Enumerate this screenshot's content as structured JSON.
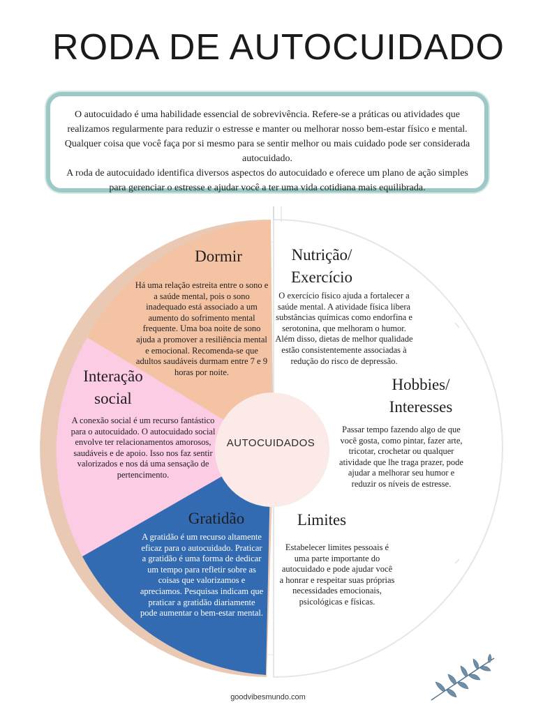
{
  "title": "RODA DE AUTOCUIDADO",
  "intro": {
    "paragraph1": "O autocuidado é uma habilidade essencial de sobrevivência. Refere-se a práticas ou atividades que realizamos regularmente para reduzir o estresse e manter ou melhorar nosso bem-estar físico e mental. Qualquer coisa que você faça por si mesmo para se sentir melhor ou mais cuidado pode ser considerada autocuidado.",
    "paragraph2": "A roda de autocuidado identifica diversos aspectos do autocuidado e oferece um plano de ação simples para gerenciar o estresse e ajudar você a ter uma vida cotidiana mais equilibrada."
  },
  "wheel": {
    "center": "AUTOCUIDADOS",
    "colors": {
      "dormir": "#f4c3a3",
      "interacao": "#fccbe4",
      "gratidao": "#336bb3",
      "right": "#ffffff",
      "edge": "#e9c9b4",
      "center": "#fbeae8",
      "divider": "#dcdcdc"
    },
    "segments": {
      "dormir": {
        "title": "Dormir",
        "text": "Há uma relação estreita entre o sono e a saúde mental, pois o sono inadequado está associado a um aumento do sofrimento mental frequente. Uma boa noite de sono ajuda a promover a resiliência mental e emocional. Recomenda-se que adultos saudáveis durmam entre 7 e 9 horas por noite."
      },
      "nutricao": {
        "title_line1": "Nutrição/",
        "title_line2": "Exercício",
        "text": "O exercício físico ajuda a fortalecer a saúde mental. A atividade física libera substâncias químicas como endorfina e serotonina, que melhoram o humor. Além disso, dietas de melhor qualidade estão consistentemente associadas à redução do risco de depressão."
      },
      "interacao": {
        "title_line1": "Interação",
        "title_line2": "social",
        "text": "A conexão social é um recurso fantástico para o autocuidado. O autocuidado social envolve ter relacionamentos amorosos, saudáveis e de apoio. Isso nos faz sentir valorizados e nos dá uma sensação de pertencimento."
      },
      "hobbies": {
        "title_line1": "Hobbies/",
        "title_line2": "Interesses",
        "text": "Passar tempo fazendo algo de que você gosta, como pintar, fazer arte, tricotar, crochetar ou qualquer atividade que lhe traga prazer, pode ajudar a melhorar seu humor e reduzir os níveis de estresse."
      },
      "gratidao": {
        "title": "Gratidão",
        "text": "A gratidão é um recurso altamente eficaz para o autocuidado. Praticar a gratidão é uma forma de dedicar um tempo para refletir sobre as coisas que valorizamos e apreciamos. Pesquisas indicam que praticar a gratidão diariamente pode aumentar o bem-estar mental."
      },
      "limites": {
        "title": "Limites",
        "text": "Estabelecer limites pessoais é uma parte importante do autocuidado e pode ajudar você a honrar e respeitar suas próprias necessidades emocionais, psicológicas e físicas."
      }
    }
  },
  "footer": "goodvibesmundo.com",
  "icons": {
    "decoration": "leaf-sprig-icon"
  }
}
